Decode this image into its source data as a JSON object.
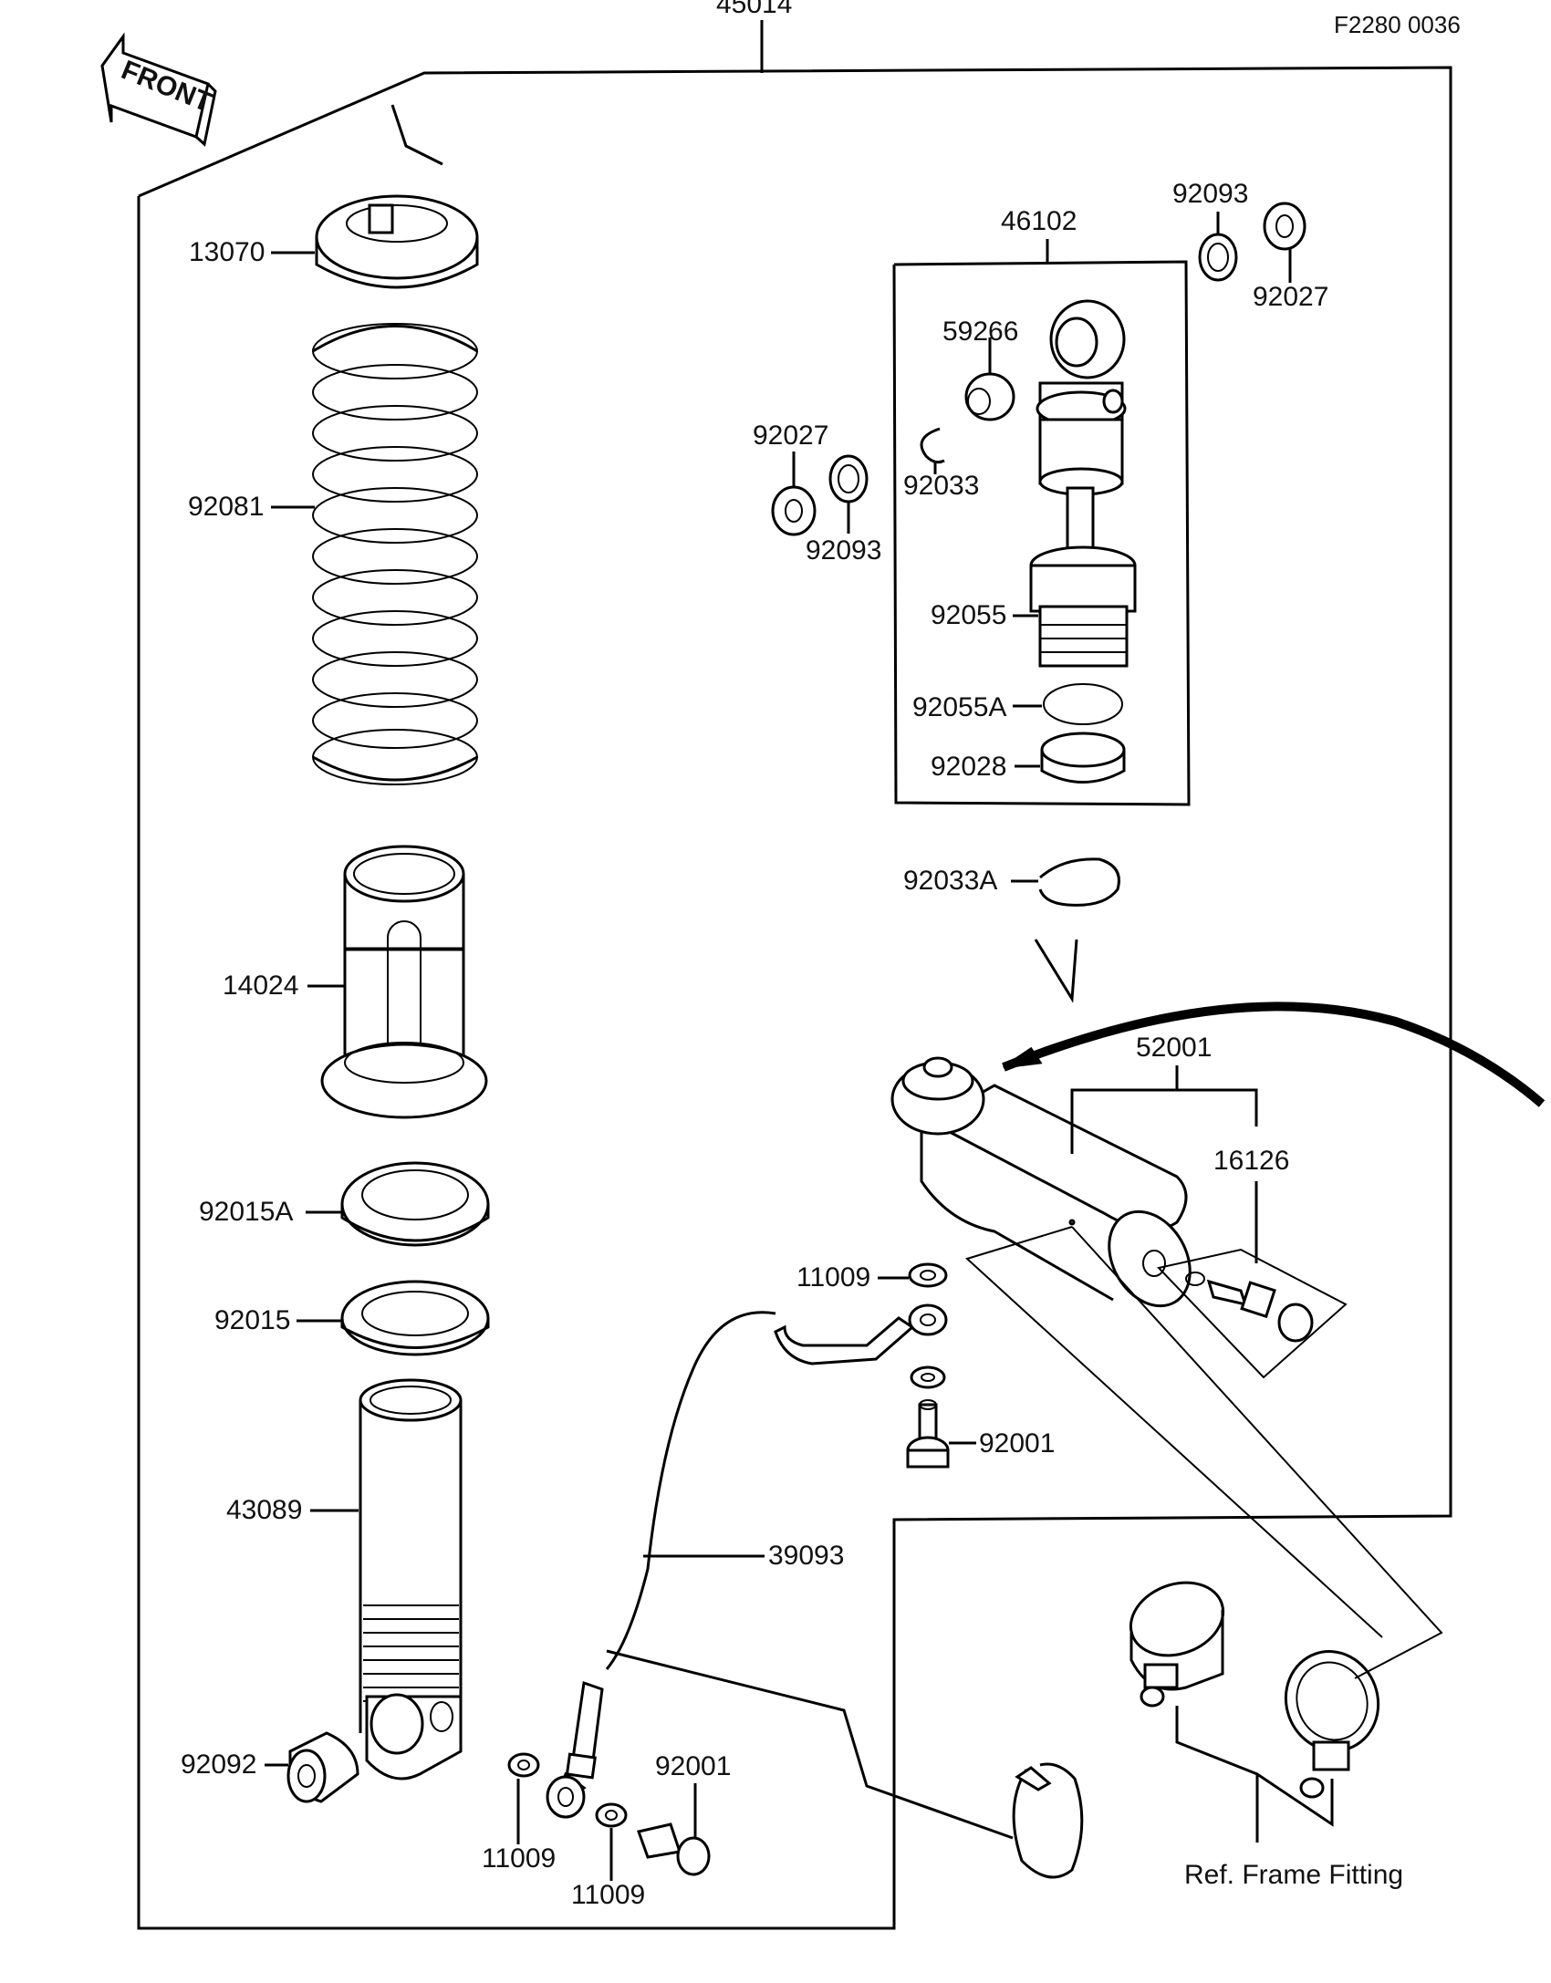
{
  "assembly_number": "45014",
  "figure_code": "F2280 0036",
  "front_label": "FRONT",
  "ref_note": "Ref. Frame Fitting",
  "labels": {
    "p13070": "13070",
    "p92081": "92081",
    "p14024": "14024",
    "p92015A": "92015A",
    "p92015": "92015",
    "p43089": "43089",
    "p92092": "92092",
    "p46102": "46102",
    "p59266": "59266",
    "p92093_top": "92093",
    "p92027_top": "92027",
    "p92027_left": "92027",
    "p92093_left": "92093",
    "p92033": "92033",
    "p92055": "92055",
    "p92055A": "92055A",
    "p92028": "92028",
    "p92033A": "92033A",
    "p52001": "52001",
    "p16126": "16126",
    "p11009_right": "11009",
    "p92001_right": "92001",
    "p39093": "39093",
    "p92001_bottom": "92001",
    "p11009_a": "11009",
    "p11009_b": "11009"
  }
}
